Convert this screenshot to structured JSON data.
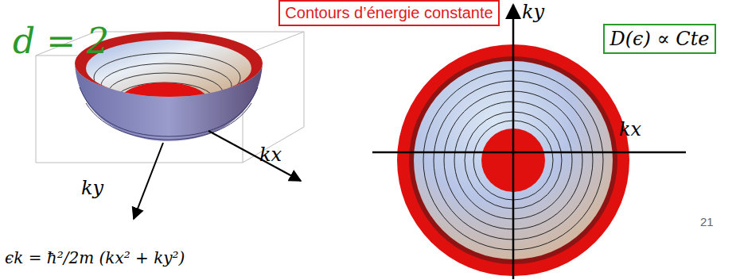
{
  "diagram": {
    "nodes": [
      {
        "text": [
          "Contours d’énergie constante"
        ]
      },
      {
        "text": [
          "D(ϵ) ∝ Cte"
        ]
      }
    ],
    "labels": [
      "d = 2",
      "kx",
      "ky",
      "ϵk = ħ²/2m (kx² + ky²)",
      "ky",
      "kx",
      "21"
    ]
  }
}
